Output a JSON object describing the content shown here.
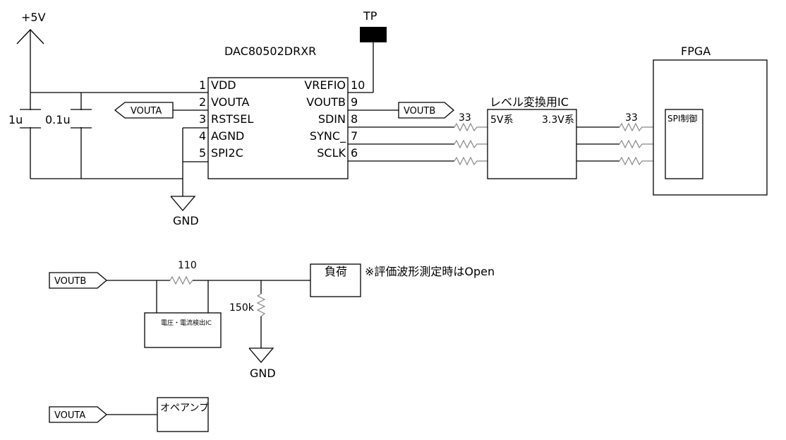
{
  "power": {
    "label": "+5V"
  },
  "gnd_label": "GND",
  "caps": {
    "c1": "1u",
    "c2": "0.1u"
  },
  "tp": {
    "label": "TP"
  },
  "dac": {
    "name": "DAC80502DRXR",
    "left_pins": [
      {
        "num": "1",
        "name": "VDD"
      },
      {
        "num": "2",
        "name": "VOUTA"
      },
      {
        "num": "3",
        "name": "RSTSEL"
      },
      {
        "num": "4",
        "name": "AGND"
      },
      {
        "num": "5",
        "name": "SPI2C"
      }
    ],
    "right_pins": [
      {
        "num": "10",
        "name": "VREFIO"
      },
      {
        "num": "9",
        "name": "VOUTB"
      },
      {
        "num": "8",
        "name": "SDIN"
      },
      {
        "num": "7",
        "name": "SYNC_"
      },
      {
        "num": "6",
        "name": "SCLK"
      }
    ]
  },
  "flags": {
    "vouta": "VOUTA",
    "voutb": "VOUTB"
  },
  "level_shifter": {
    "title": "レベル変換用IC",
    "left": "5V系",
    "right": "3.3V系"
  },
  "resistors": {
    "series1": "33",
    "series2": "33",
    "r110": "110",
    "r150k": "150k"
  },
  "fpga": {
    "title": "FPGA",
    "block": "SPI制御"
  },
  "load": {
    "label": "負荷",
    "note": "※評価波形測定時はOpen"
  },
  "sense_ic": {
    "label": "電圧・電流検出IC"
  },
  "opamp": {
    "label": "オペアンプ"
  }
}
